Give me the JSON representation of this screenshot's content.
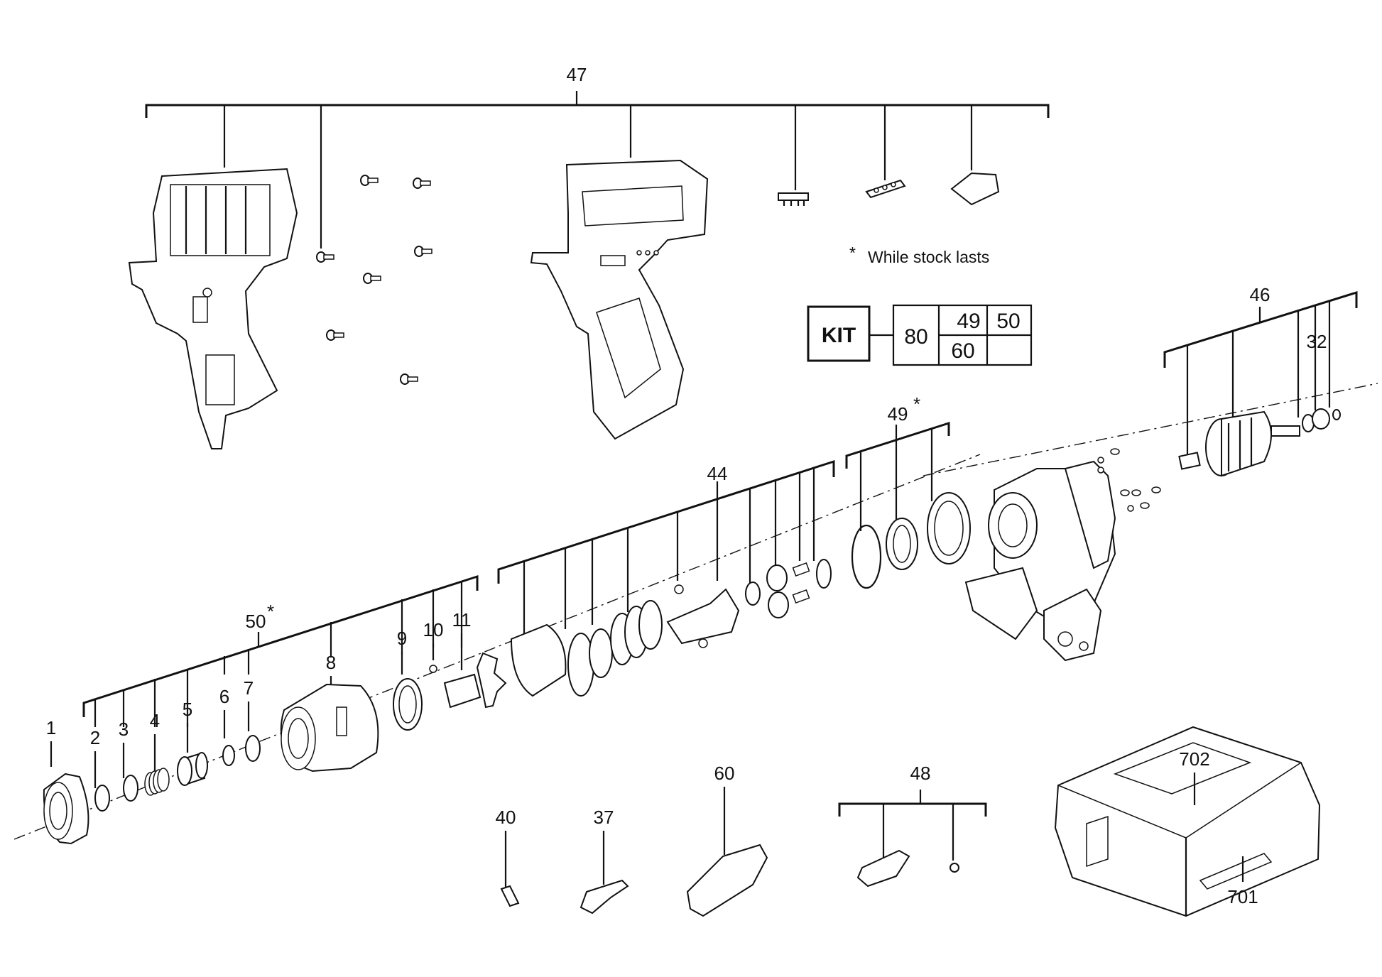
{
  "note": {
    "asterisk": "*",
    "text": "While stock lasts"
  },
  "kit": {
    "label": "KIT",
    "main": "80",
    "cells": [
      "49",
      "50",
      "60",
      ""
    ]
  },
  "labels": {
    "p1": "1",
    "p2": "2",
    "p3": "3",
    "p4": "4",
    "p5": "5",
    "p6": "6",
    "p7": "7",
    "p8": "8",
    "p9": "9",
    "p10": "10",
    "p11": "11",
    "p32": "32",
    "p37": "37",
    "p40": "40",
    "p44": "44",
    "p46": "46",
    "p47": "47",
    "p48": "48",
    "p49": "49",
    "p49_star": "*",
    "p50": "50",
    "p50_star": "*",
    "p60": "60",
    "p701": "701",
    "p702": "702"
  }
}
